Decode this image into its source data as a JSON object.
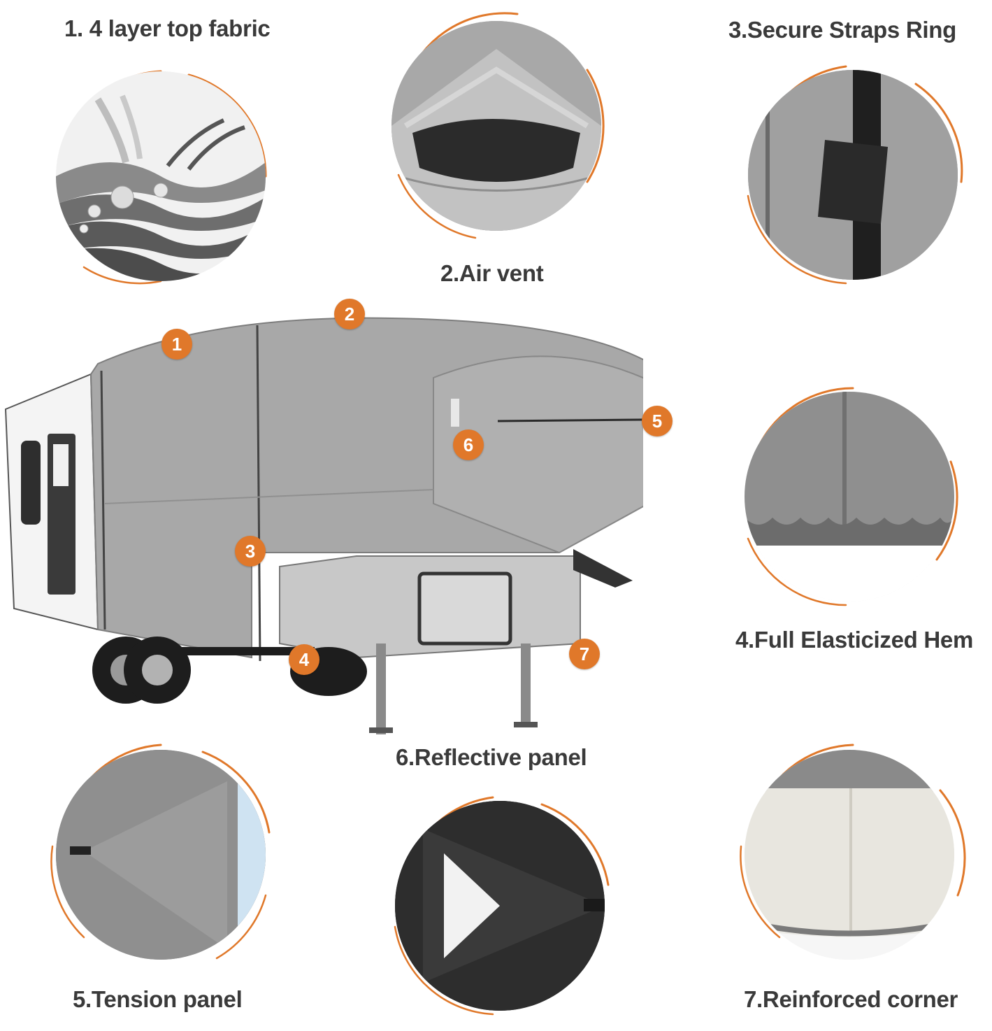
{
  "features": [
    {
      "number": "1",
      "caption": "1. 4 layer top fabric"
    },
    {
      "number": "2",
      "caption": "2.Air vent"
    },
    {
      "number": "3",
      "caption": "3.Secure Straps Ring"
    },
    {
      "number": "4",
      "caption": "4.Full Elasticized Hem"
    },
    {
      "number": "5",
      "caption": "5.Tension panel"
    },
    {
      "number": "6",
      "caption": "6.Reflective panel"
    },
    {
      "number": "7",
      "caption": "7.Reinforced corner"
    }
  ],
  "colors": {
    "accent": "#e0782a",
    "caption_text": "#3a3a3a",
    "cover_gray": "#a9a9a9"
  }
}
